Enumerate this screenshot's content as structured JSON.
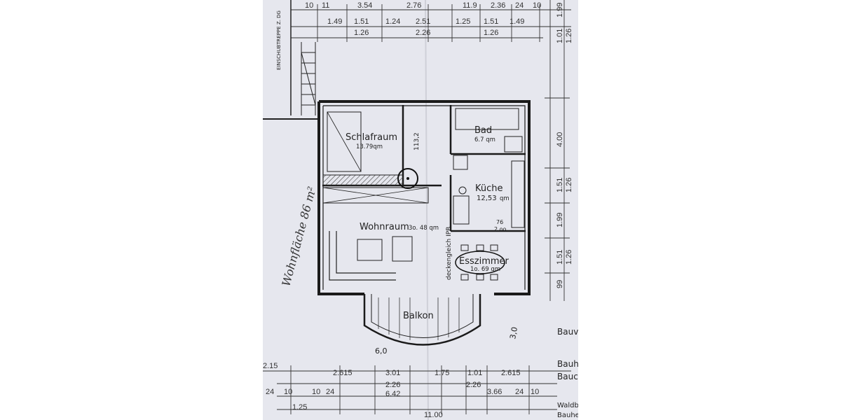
{
  "rooms": {
    "schlafraum": {
      "name": "Schlafraum",
      "area": "13.79qm"
    },
    "bad": {
      "name": "Bad",
      "area": "6.7 qm"
    },
    "kueche": {
      "name": "Küche",
      "area": "12,53",
      "unit": "qm"
    },
    "wohnraum": {
      "name": "Wohnraum",
      "area": "3o. 48 qm"
    },
    "esszimmer": {
      "name": "Esszimmer",
      "area": "1o. 69 qm"
    },
    "balkon": {
      "name": "Balkon"
    }
  },
  "annotations": {
    "stair_note": "EINSCHUBTREPPE Z. DG",
    "ceiling_note": "deckengleich IPB",
    "handwritten_area": "Wohnfläche 86 m²",
    "stair_height": "113,2",
    "kitchen_dim_top": "76",
    "kitchen_dim_bottom": "2.oo",
    "bay_dim": "6,0",
    "right_dim": "3,0",
    "total_width": "11.00"
  },
  "top_dims": {
    "row1": [
      "10",
      "11",
      "3.54",
      "2.76",
      "11.9",
      "2.36",
      "24",
      "10"
    ],
    "row2": [
      "1.49",
      "1.51",
      "1.24",
      "2.51",
      "1.25",
      "1.51",
      "1.49"
    ],
    "row3": [
      "1.26",
      "2.26",
      "1.26"
    ]
  },
  "bottom_dims": {
    "row1": [
      "2.15",
      "2.615",
      "3.01",
      "1.75",
      "1.01",
      "2.615"
    ],
    "row2": [
      "2.26",
      "2.26"
    ],
    "row3": [
      "24",
      "10",
      "10",
      "24",
      "6.42",
      "3.66",
      "24",
      "10"
    ],
    "row4": [
      "1.25",
      "11.00"
    ]
  },
  "right_dims": [
    "1.99",
    "1.01",
    "1.26",
    "4.00",
    "1.51",
    "1.26",
    "1.99",
    "1.51",
    "1.26",
    "99"
  ],
  "right_text": [
    "Bauv",
    "Bauh",
    "Bauc",
    "Waldb",
    "Bauhe"
  ]
}
